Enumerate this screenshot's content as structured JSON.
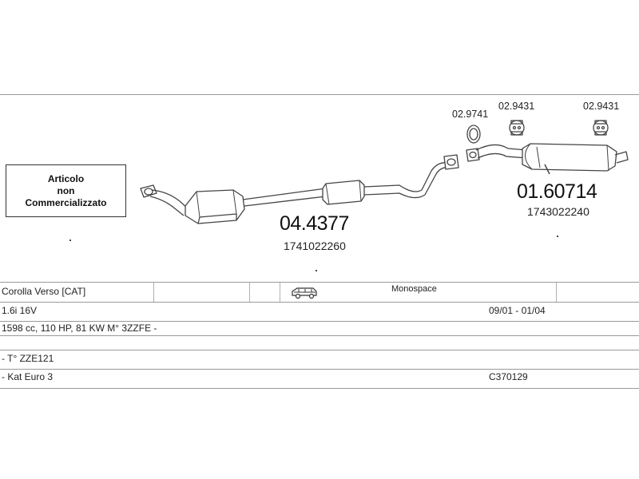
{
  "diagram": {
    "notice_lines": [
      "Articolo",
      "non",
      "Commercializzato"
    ],
    "parts": {
      "catalytic_converter": {
        "code": "04.4377",
        "oem": "1741022260"
      },
      "rear_silencer": {
        "code": "01.60714",
        "oem": "1743022240"
      },
      "gasket": {
        "code": "02.9741"
      },
      "rubber_mount_1": {
        "code": "02.9431"
      },
      "rubber_mount_2": {
        "code": "02.9431"
      }
    }
  },
  "table": {
    "model": "Corolla Verso  [CAT]",
    "vehicle_icon": "van-icon",
    "body_type": "Monospace",
    "engine": "1.6i 16V",
    "date_range": "09/01 - 01/04",
    "specs": "1598 cc, 110 HP, 81 KW M° 3ZZFE -",
    "type_code": "- T° ZZE121",
    "emission": "- Kat Euro 3",
    "ref_code": "C370129"
  },
  "colors": {
    "line": "#9a9a9a",
    "drawing": "#444444"
  }
}
